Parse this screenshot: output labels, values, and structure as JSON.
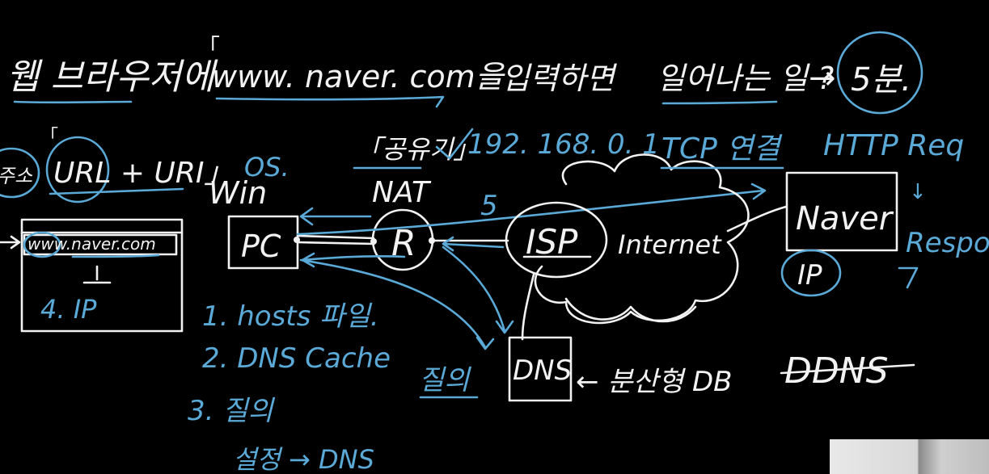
{
  "title": {
    "part1": "웹 브라우저에",
    "bracket": "「",
    "url": "www. naver. com을",
    "part2": "입력하면",
    "part3": "일어나는 일 ?",
    "arrow": "→",
    "minutes": "5분."
  },
  "labels": {
    "url_uri": "URL + URI」",
    "left_fragment": "주소",
    "win": "Win",
    "os": "OS.",
    "sharer": "「공유기」",
    "ip_local": "192. 168. 0. 1",
    "nat": "NAT",
    "tcp": "TCP 연결",
    "http_req": "HTTP Req",
    "five": "5",
    "response": "Response",
    "down_arrow": "↓"
  },
  "nodes": {
    "browser_url": "www.naver.com",
    "browser_step": "4. IP",
    "pc": "PC",
    "router": "R",
    "isp": "ISP",
    "internet": "Internet",
    "naver": "Naver",
    "naver_ip": "IP",
    "dns": "DNS"
  },
  "steps": [
    "1. hosts 파일.",
    "2. DNS Cache",
    "3. 질의",
    "설정 → DNS"
  ],
  "query_label": "질의",
  "db_label": "← 분산형 DB",
  "ddns": "DDNS",
  "colors": {
    "background": "#000000",
    "ink_white": "#f2f2f2",
    "ink_blue": "#5aa9d6"
  }
}
